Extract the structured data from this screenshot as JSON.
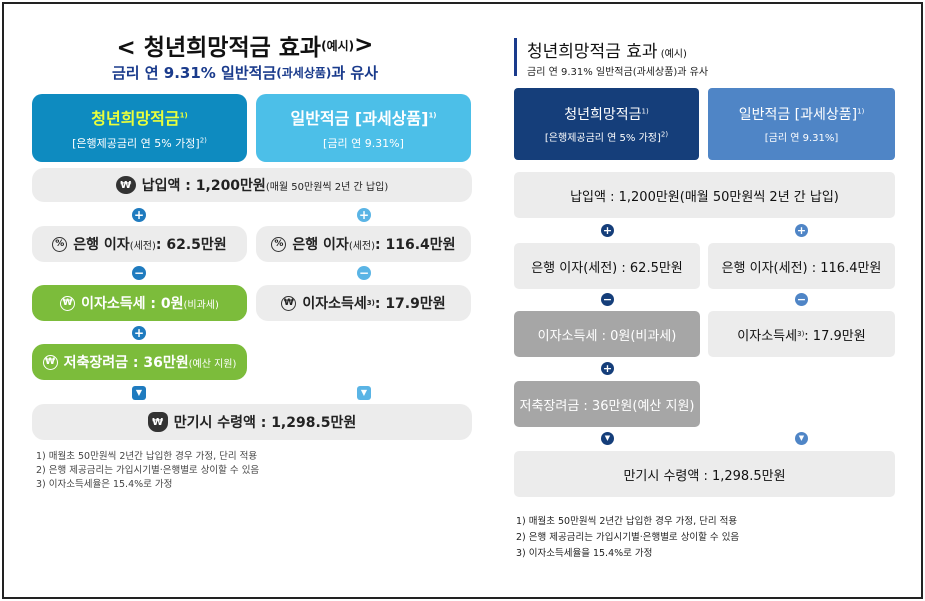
{
  "left": {
    "title": {
      "open": "< 청년희망적금 효과",
      "small": "(예시)",
      "close": " >"
    },
    "subtitle": {
      "main": "금리 연 9.31% 일반적금",
      "small": "(과세상품)",
      "rest": "과 유사"
    },
    "col1_header": {
      "title": "청년희망적금",
      "sup": "1)",
      "sub": "[은행제공금리 연 5% 가정]",
      "sub_sup": "2)",
      "color": "#0e8bc0"
    },
    "col2_header": {
      "title": "일반적금 [과세상품]",
      "sup": "1)",
      "sub": "[금리 연 9.31%]",
      "color": "#4cbfe8"
    },
    "deposit": {
      "label": "납입액 : 1,200만원",
      "small": "(매월 50만원씩 2년 간 납입)",
      "icon": "coin-stack-icon"
    },
    "interest1": {
      "label": "은행 이자",
      "small": "(세전)",
      "value": " : 62.5만원"
    },
    "interest2": {
      "label": "은행 이자",
      "small": "(세전)",
      "value": " : 116.4만원"
    },
    "tax1": {
      "label": "이자소득세 : 0원",
      "small": "(비과세)"
    },
    "tax2": {
      "label": "이자소득세",
      "sup": "3)",
      "value": " : 17.9만원"
    },
    "bonus": {
      "label": "저축장려금 : 36만원",
      "small": "(예산 지원)"
    },
    "maturity": {
      "label": "만기시 수령액 : 1,298.5만원",
      "icon": "money-bag-icon"
    },
    "ops": {
      "plus": "+",
      "minus": "−",
      "down": "▼"
    },
    "icons": {
      "percent": "%",
      "won": "₩"
    },
    "footnotes": [
      "1) 매월초 50만원씩 2년간 납입한 경우 가정, 단리 적용",
      "2) 은행 제공금리는 가입시기별·은행별로 상이할 수 있음",
      "3) 이자소득세율은 15.4%로 가정"
    ]
  },
  "right": {
    "title": "청년희망적금 효과",
    "title_small": " (예시)",
    "subtitle": "금리 연 9.31% 일반적금(과세상품)과 유사",
    "col1_header": {
      "title": "청년희망적금",
      "sup": "1)",
      "sub": "[은행제공금리 연 5% 가정]",
      "sub_sup": "2)",
      "color": "#153e7a"
    },
    "col2_header": {
      "title": "일반적금 [과세상품]",
      "sup": "1)",
      "sub": "[금리 연 9.31%]",
      "color": "#4f85c6"
    },
    "deposit": "납입액 : 1,200만원(매월 50만원씩 2년 간 납입)",
    "interest1": "은행 이자(세전) : 62.5만원",
    "interest2": "은행 이자(세전) : 116.4만원",
    "tax1": "이자소득세 : 0원(비과세)",
    "tax2": {
      "label": "이자소득세",
      "sup": "3)",
      "value": " : 17.9만원"
    },
    "bonus": "저축장려금 : 36만원(예산 지원)",
    "maturity": "만기시 수령액 : 1,298.5만원",
    "footnotes": [
      "1) 매월초 50만원씩 2년간 납입한 경우 가정, 단리 적용",
      "2) 은행 제공금리는 가입시기별·은행별로 상이할 수 있음",
      "3) 이자소득세율을 15.4%로 가정"
    ]
  }
}
